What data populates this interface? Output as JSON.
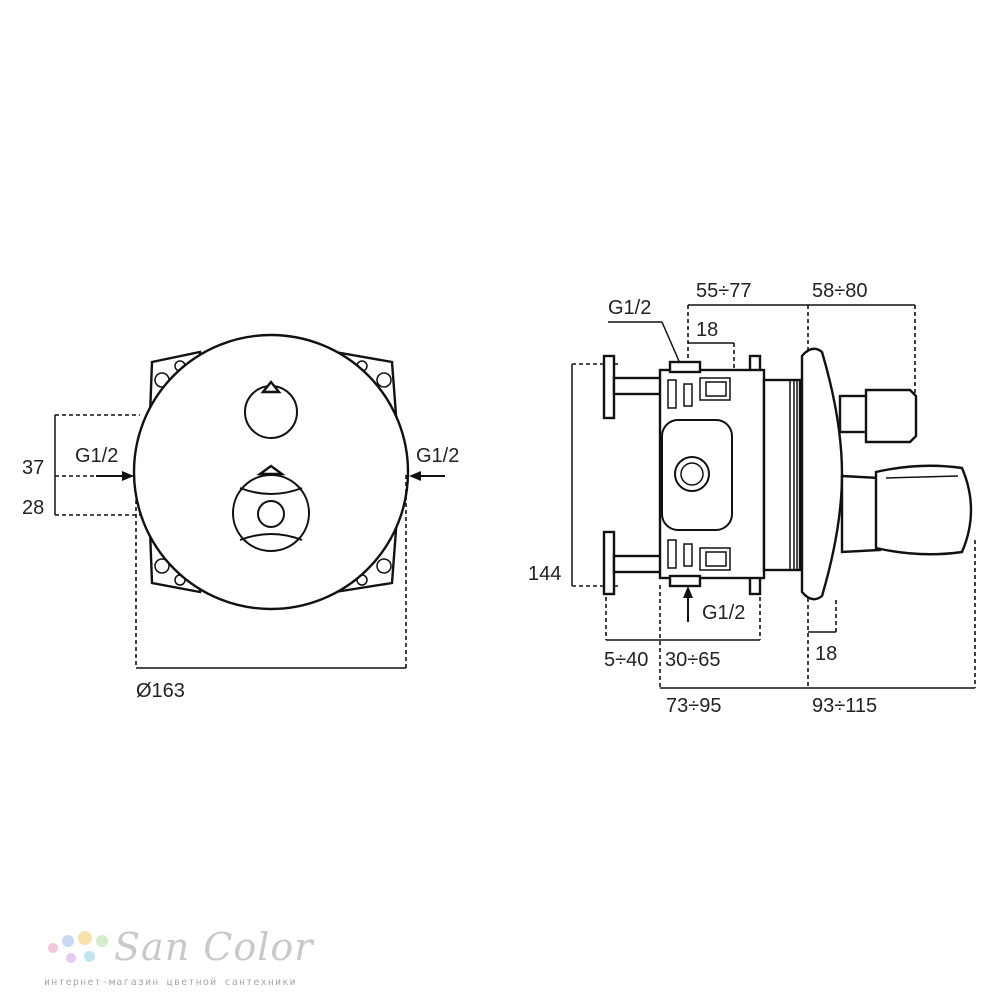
{
  "front_view": {
    "dim_upper_offset": "37",
    "dim_lower_offset": "28",
    "inlet_left": "G1/2",
    "inlet_right": "G1/2",
    "diameter": "Ø163"
  },
  "side_view": {
    "inlet_top": "G1/2",
    "inlet_bottom": "G1/2",
    "dim_top_range_a": "55÷77",
    "dim_top_range_b": "58÷80",
    "dim_top_18": "18",
    "dim_height": "144",
    "dim_bottom_range_a": "5÷40",
    "dim_bottom_range_b": "30÷65",
    "dim_bottom_18": "18",
    "dim_total_a": "73÷95",
    "dim_total_b": "93÷115"
  },
  "watermark": {
    "brand": "San Color",
    "tagline": "интернет-магазин цветной сантехники",
    "dot_colors": [
      "#f4c7d9",
      "#c8d8f5",
      "#f7e3a8",
      "#cfeec9",
      "#e5c9f2",
      "#bfe6f0"
    ]
  }
}
